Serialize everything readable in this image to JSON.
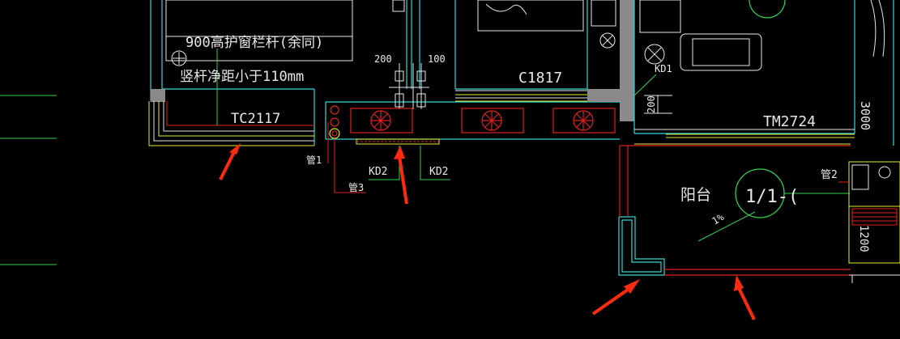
{
  "labels": {
    "railing_note_1": "900高护窗栏杆(余同)",
    "railing_note_2": "竖杆净距小于110mm",
    "window_tc": "TC2117",
    "window_c": "C1817",
    "door_tm": "TM2724",
    "dim_200": "200",
    "dim_100": "100",
    "dim_200_vertical": "200",
    "dim_3000": "3000",
    "dim_1200": "1200",
    "pipe_1": "管1",
    "pipe_2": "管2",
    "pipe_3": "管3",
    "kd2_a": "KD2",
    "kd2_b": "KD2",
    "kd1": "KD1",
    "balcony": "阳台",
    "slope": "1%",
    "section_mark": "1/1-("
  },
  "colors": {
    "background": "#000000",
    "wall_cyan": "#33d6d6",
    "red": "#e02020",
    "yellow": "#e8e830",
    "green": "#30d050",
    "white": "#e8e8e8",
    "gray_hatch": "#8a8a8a",
    "arrow": "#ff2a10"
  }
}
